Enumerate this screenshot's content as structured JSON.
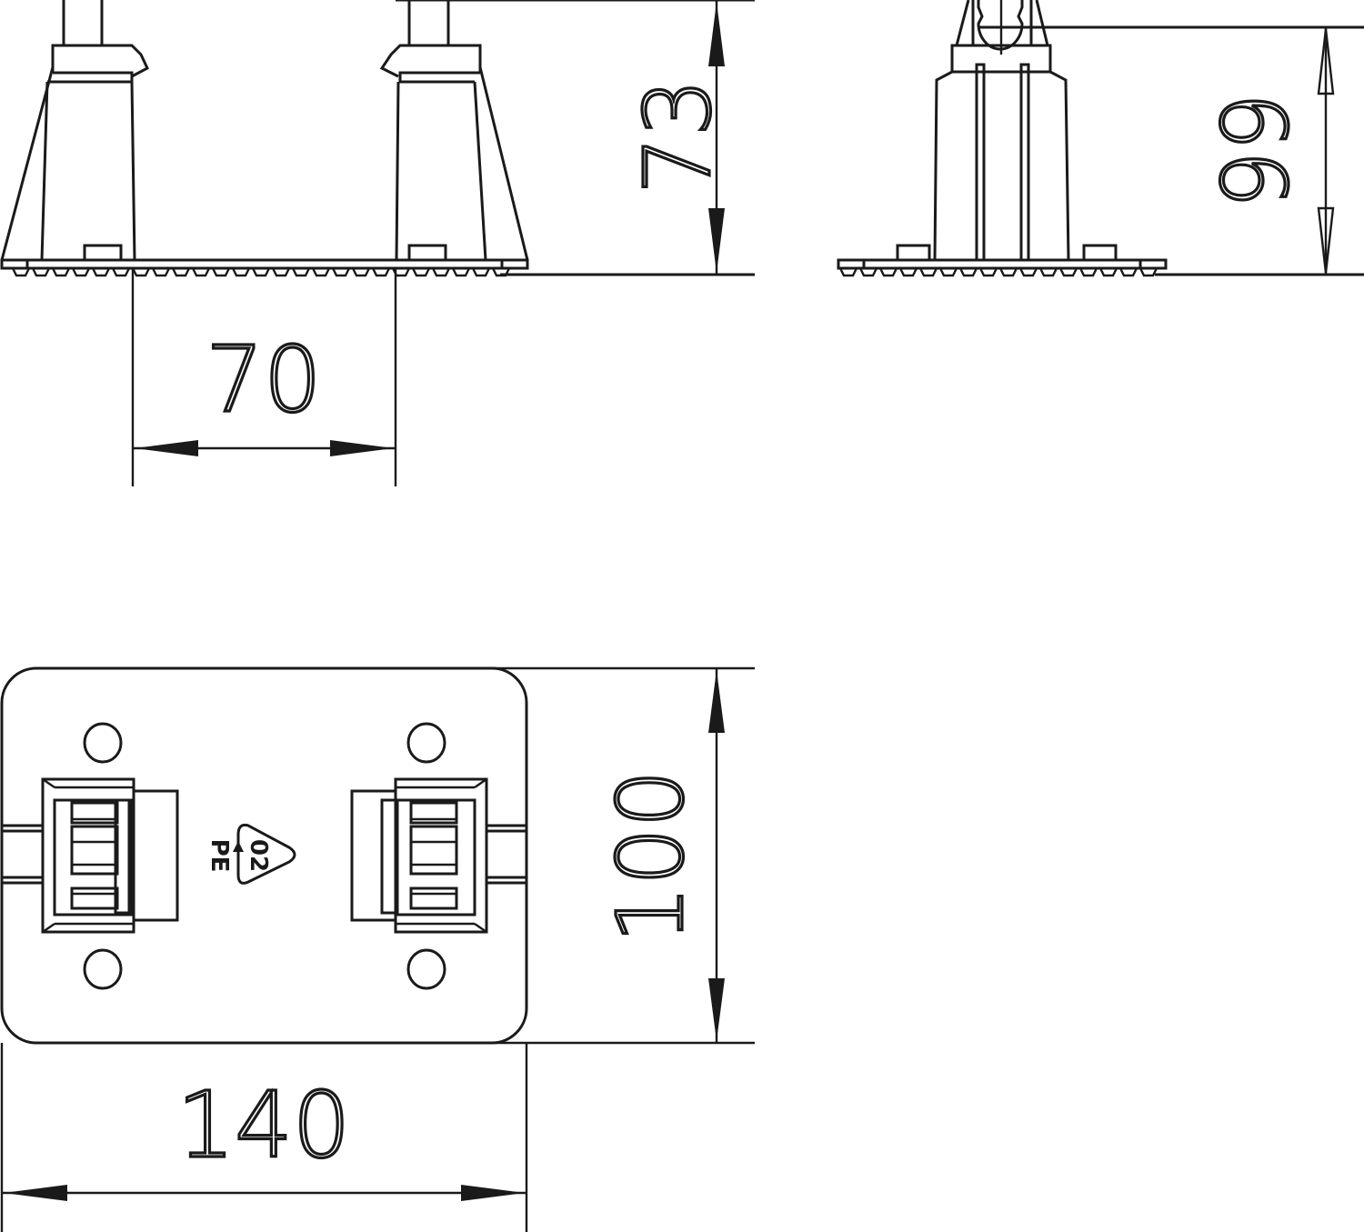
{
  "drawing": {
    "views": [
      {
        "name": "front-view",
        "description": "Front elevation with two conical posts on serrated base plate"
      },
      {
        "name": "side-view",
        "description": "Side elevation showing post with snap-in clip on top"
      },
      {
        "name": "top-view",
        "description": "Plan view of rounded rectangular base plate with two clamp holders and four holes"
      }
    ],
    "dimensions": {
      "height_front": {
        "value": "73",
        "orientation": "vertical"
      },
      "post_spacing": {
        "value": "70",
        "orientation": "horizontal"
      },
      "height_side": {
        "value": "66",
        "orientation": "vertical"
      },
      "base_depth": {
        "value": "100",
        "orientation": "vertical"
      },
      "base_width": {
        "value": "140",
        "orientation": "horizontal"
      }
    },
    "material_marking": {
      "code": "02",
      "material": "PE",
      "icon": "recycling-triangle-icon"
    },
    "colors": {
      "line": "#1a1a1a",
      "background": "#ffffff"
    }
  }
}
